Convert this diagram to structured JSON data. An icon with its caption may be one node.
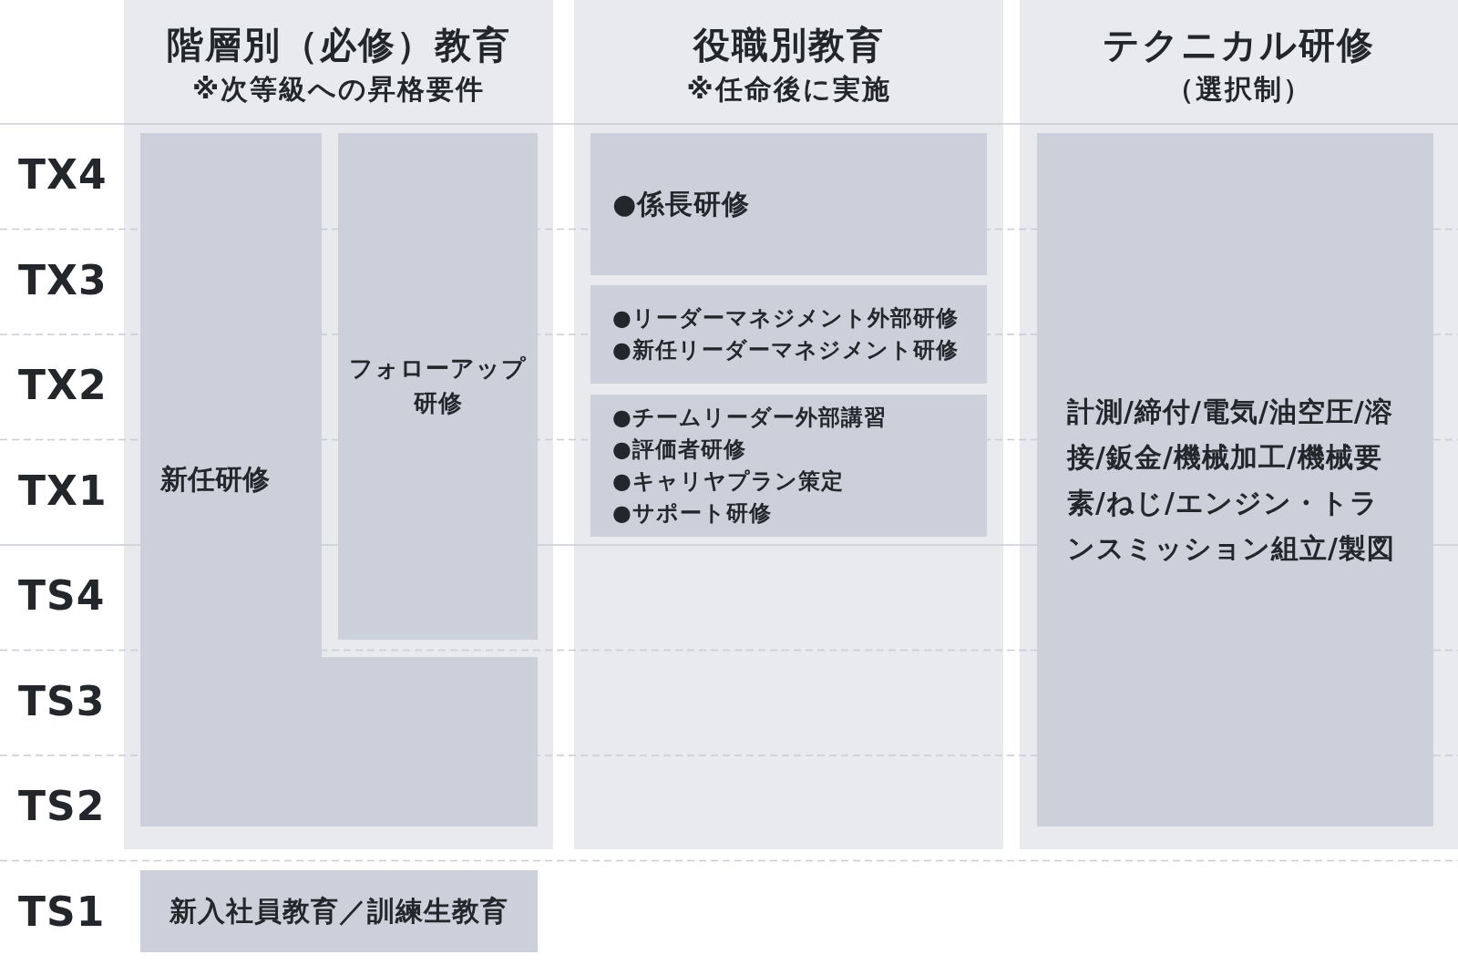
{
  "diagram": {
    "nodes": [
      {
        "text": [
          "階層別（必修）教育",
          "※次等級への昇格要件"
        ]
      },
      {
        "text": [
          "新任研修"
        ],
        "in": 0
      },
      {
        "text": [
          "フォローアップ研修"
        ],
        "in": 0
      },
      {
        "text": [
          "役職別教育",
          "※任命後に実施"
        ]
      },
      {
        "text": [
          "●係長研修"
        ],
        "in": 3
      },
      {
        "text": [
          "●リーダーマネジメント外部研修",
          "●新任リーダーマネジメント研修"
        ],
        "in": 3
      },
      {
        "text": [
          "●チームリーダー外部講習",
          "●評価者研修",
          "●キャリヤプラン策定",
          "●サポート研修"
        ],
        "in": 3
      },
      {
        "text": [
          "テクニカル研修",
          "（選択制）"
        ]
      },
      {
        "text": [
          "計測/締付/電気/油空圧/溶接/鈑金/機械加工/機械要素/ねじ/エンジン・トランスミッション組立/製図"
        ],
        "in": 7
      },
      {
        "text": [
          "新入社員教育／訓練生教育"
        ]
      }
    ],
    "labels": [
      "TX4",
      "TX3",
      "TX2",
      "TX1",
      "TS4",
      "TS3",
      "TS2",
      "TS1"
    ]
  }
}
